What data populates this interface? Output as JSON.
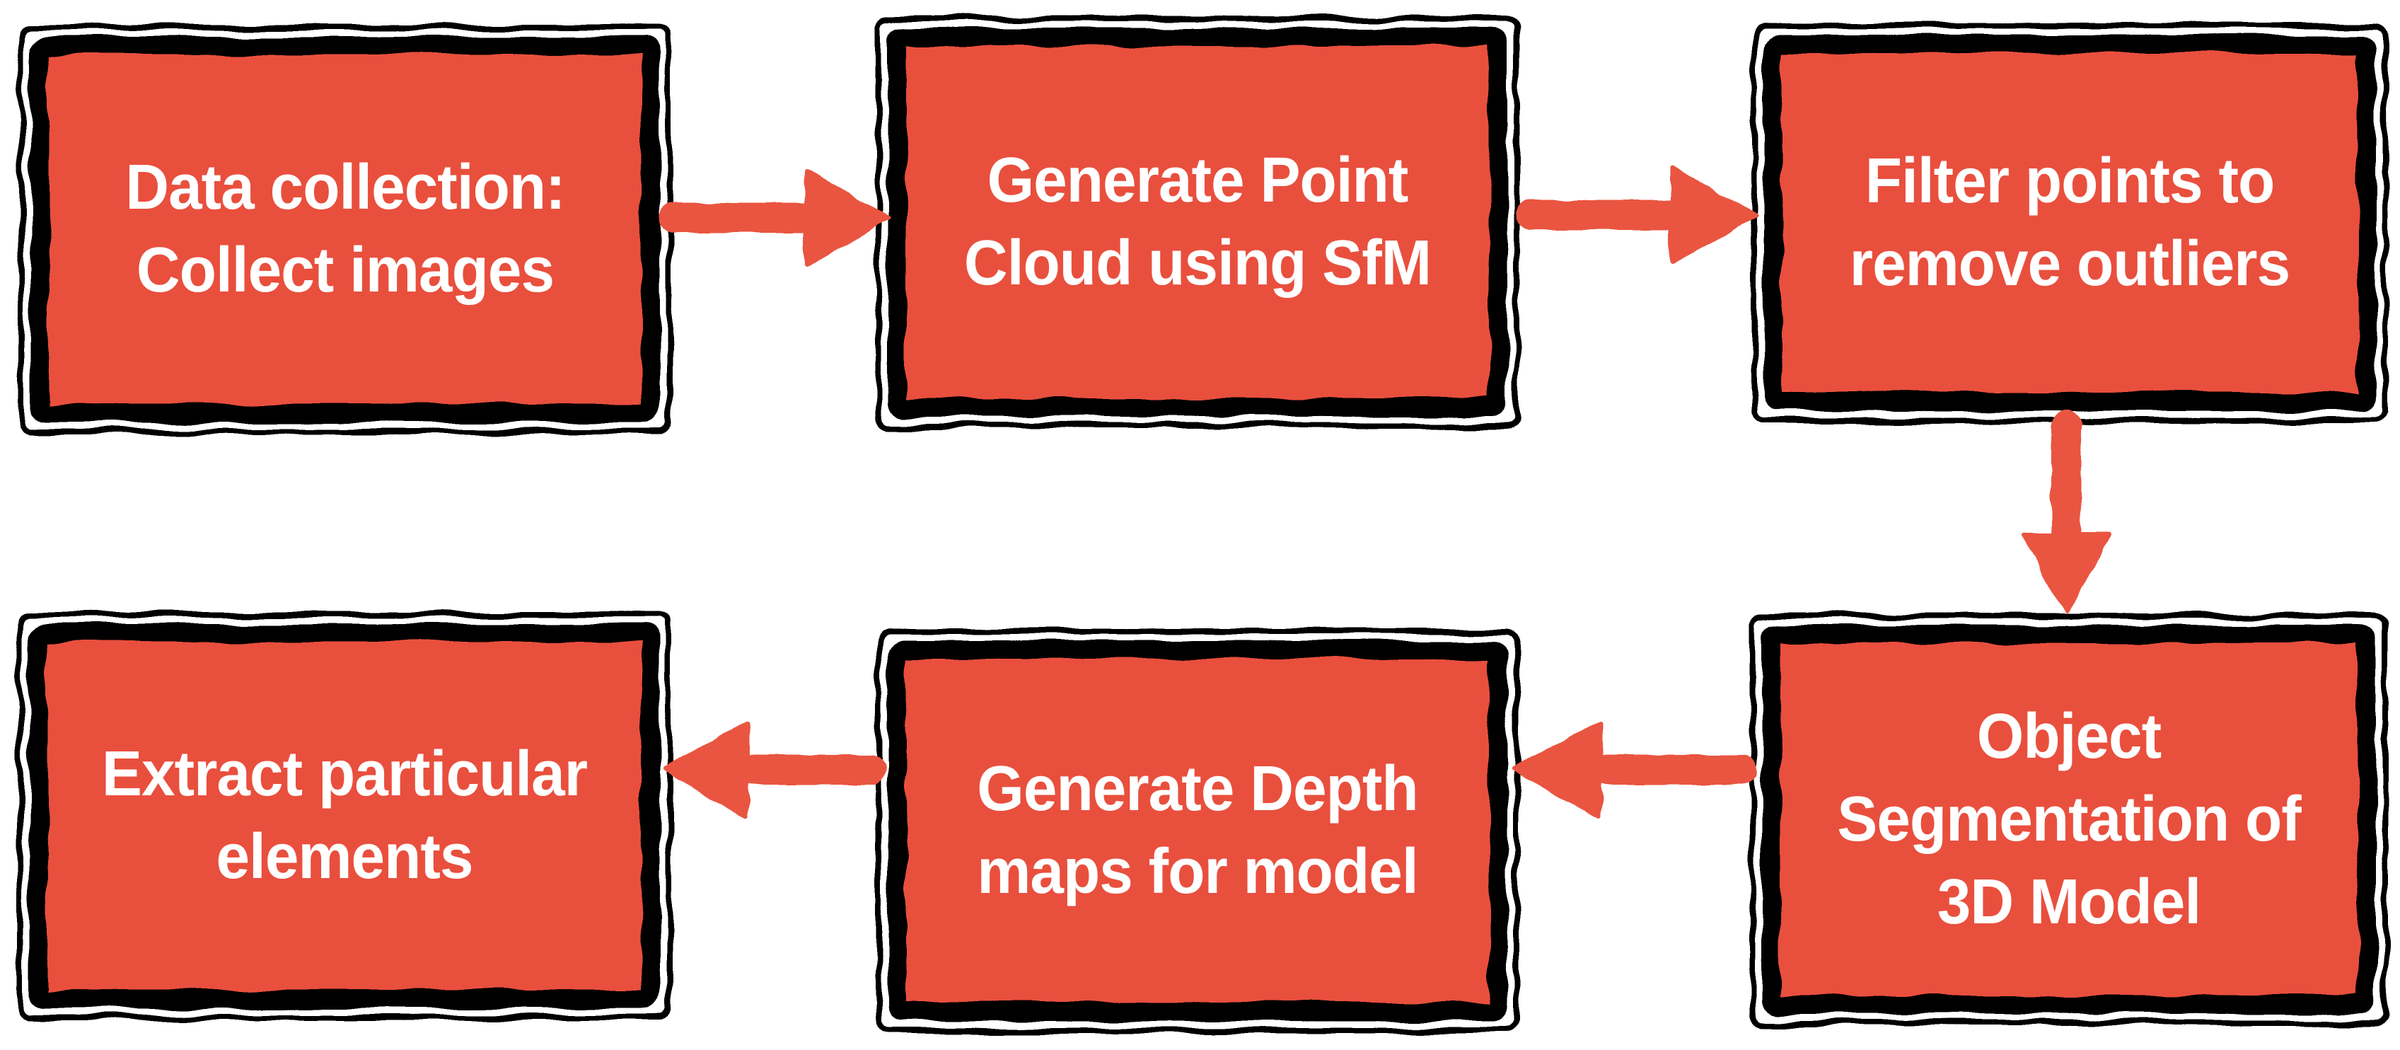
{
  "diagram": {
    "colors": {
      "background": "#ffffff",
      "box_fill": "#e9503e",
      "border": "#000000",
      "arrow": "#e9553f",
      "text": "#ffffff"
    },
    "nodes": [
      {
        "id": "data-collection",
        "label": "Data collection:\nCollect images"
      },
      {
        "id": "generate-point-cloud",
        "label": "Generate Point\nCloud using SfM"
      },
      {
        "id": "filter-points",
        "label": "Filter points to\nremove outliers"
      },
      {
        "id": "object-segmentation",
        "label": "Object\nSegmentation of\n3D Model"
      },
      {
        "id": "generate-depth-maps",
        "label": "Generate Depth\nmaps for model"
      },
      {
        "id": "extract-elements",
        "label": "Extract particular\nelements"
      }
    ],
    "edges": [
      {
        "from": "data-collection",
        "to": "generate-point-cloud",
        "direction": "right"
      },
      {
        "from": "generate-point-cloud",
        "to": "filter-points",
        "direction": "right"
      },
      {
        "from": "filter-points",
        "to": "object-segmentation",
        "direction": "down"
      },
      {
        "from": "object-segmentation",
        "to": "generate-depth-maps",
        "direction": "left"
      },
      {
        "from": "generate-depth-maps",
        "to": "extract-elements",
        "direction": "left"
      }
    ]
  }
}
